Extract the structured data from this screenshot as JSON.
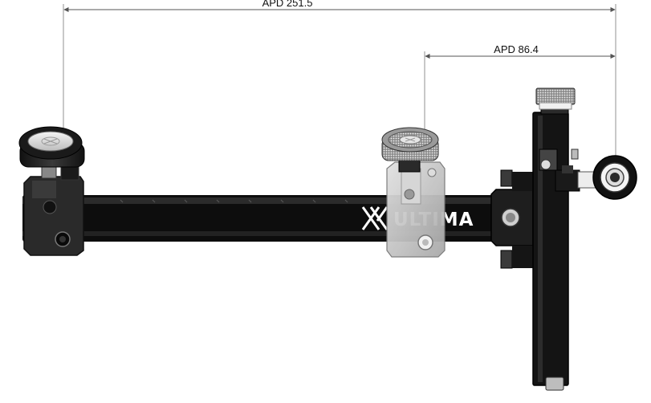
{
  "dimensions": {
    "long": {
      "label": "APD 251.5"
    },
    "short": {
      "label": "APD 86.4"
    }
  },
  "brand": {
    "name": "ULTIMA",
    "mark": "XX"
  },
  "colors": {
    "bar": "#0d0d0d",
    "block": "#2a2a2a",
    "glass": "#c9c9c9",
    "line": "#555555",
    "text": "#111111"
  }
}
